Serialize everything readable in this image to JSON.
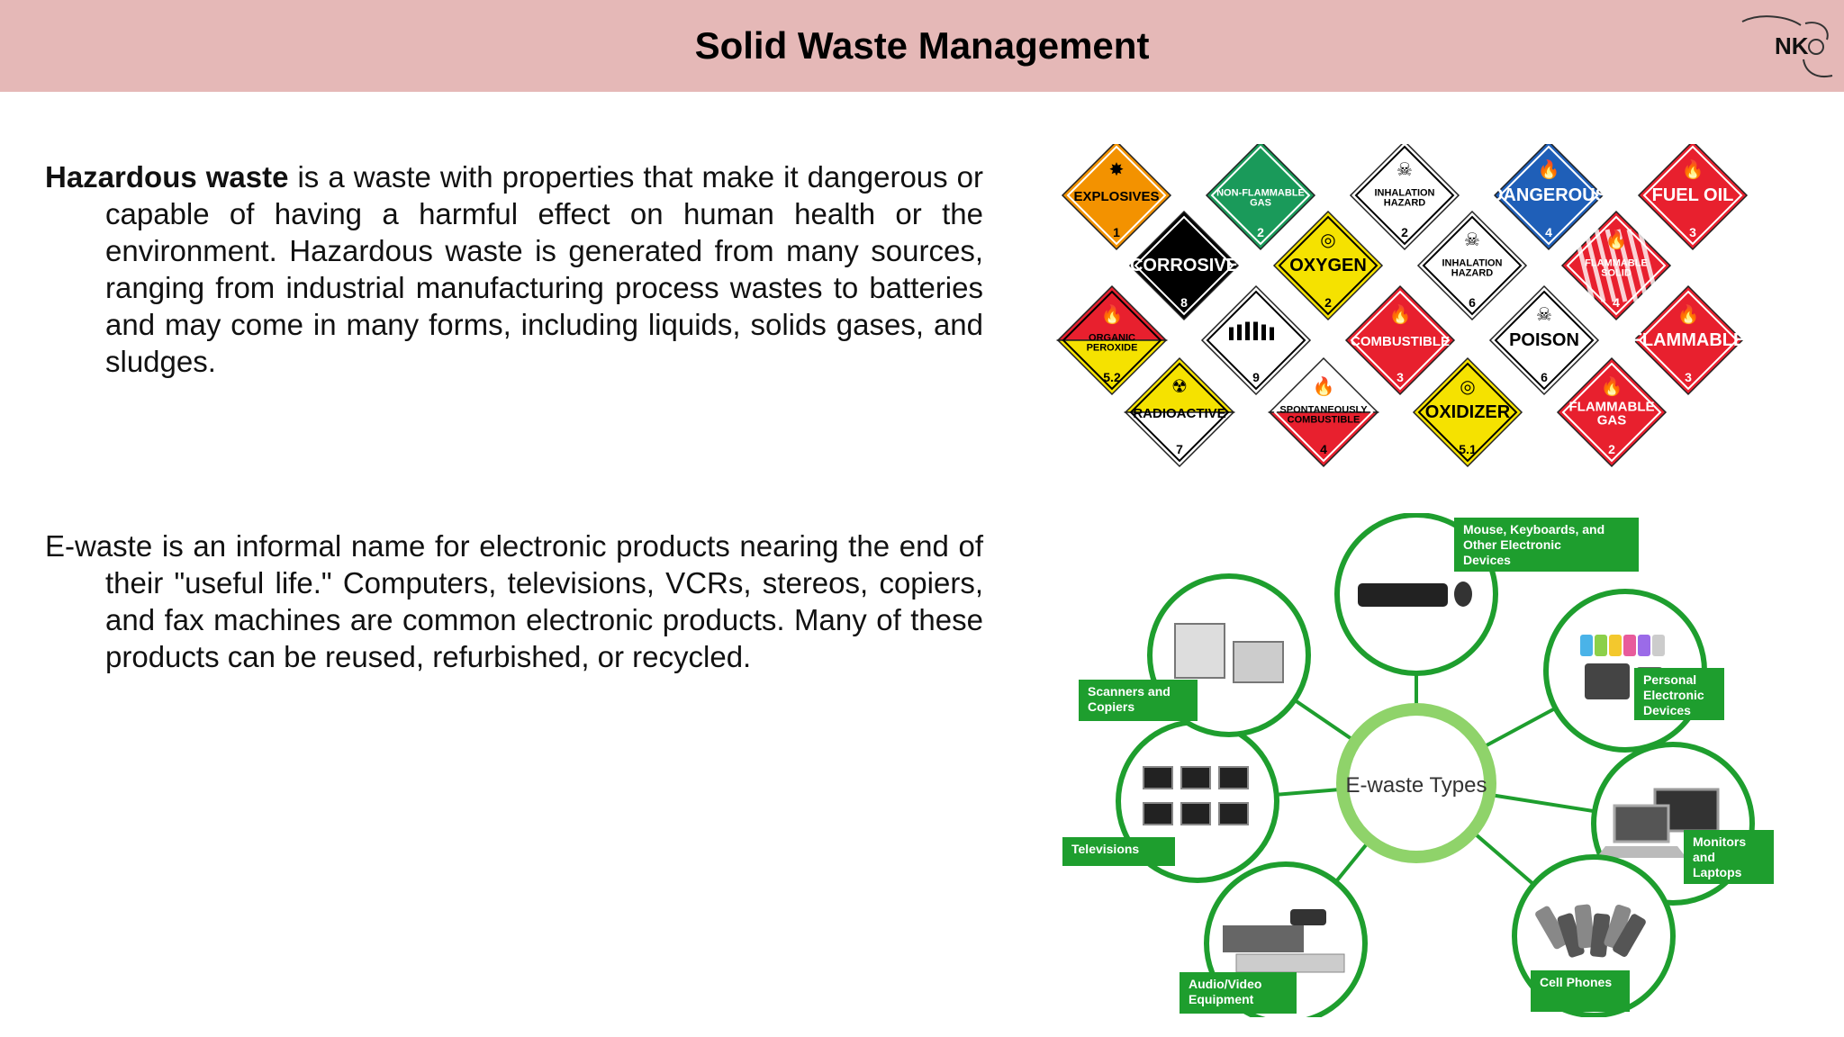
{
  "header": {
    "title": "Solid Waste Management",
    "logo_text": "NK",
    "background": "#e5b8b7"
  },
  "paragraphs": {
    "hazardous_term": "Hazardous waste",
    "hazardous_body": " is a waste with properties that make it dangerous or capable of having a harmful effect on human health or the environment. Hazardous waste is generated from many sources, ranging from industrial manufacturing process wastes to batteries and may come in many forms, including liquids, solids gases, and sludges.",
    "ewaste_body": "E-waste is an informal name for electronic products nearing the end of their \"useful life.\" Computers, televisions, VCRs, stereos, copiers, and fax machines are common electronic products. Many of these products can be reused, refurbished, or recycled."
  },
  "placards": [
    {
      "label": "EXPLOSIVES",
      "num": "1",
      "color": "#f39200",
      "text_color": "#000"
    },
    {
      "label": "NON-FLAMMABLE GAS",
      "num": "2",
      "color": "#1a9a5a",
      "text_color": "#fff"
    },
    {
      "label": "INHALATION HAZARD",
      "num": "2",
      "color": "#ffffff",
      "text_color": "#000"
    },
    {
      "label": "DANGEROUS",
      "num": "4",
      "color": "#1f5fb8",
      "text_color": "#fff"
    },
    {
      "label": "FUEL OIL",
      "num": "3",
      "color": "#e8202e",
      "text_color": "#fff"
    },
    {
      "label": "CORROSIVE",
      "num": "8",
      "color": "#000000",
      "text_color": "#fff"
    },
    {
      "label": "OXYGEN",
      "num": "2",
      "color": "#f5e200",
      "text_color": "#000"
    },
    {
      "label": "INHALATION HAZARD",
      "num": "6",
      "color": "#ffffff",
      "text_color": "#000"
    },
    {
      "label": "FLAMMABLE SOLID",
      "num": "4",
      "color": "#e8202e",
      "text_color": "#fff"
    },
    {
      "label": "ORGANIC PEROXIDE",
      "num": "5.2",
      "color": "#f5e200",
      "text_color": "#000"
    },
    {
      "label": "",
      "num": "9",
      "color": "#ffffff",
      "text_color": "#000"
    },
    {
      "label": "COMBUSTIBLE",
      "num": "3",
      "color": "#e8202e",
      "text_color": "#fff"
    },
    {
      "label": "POISON",
      "num": "6",
      "color": "#ffffff",
      "text_color": "#000"
    },
    {
      "label": "FLAMMABLE",
      "num": "3",
      "color": "#e8202e",
      "text_color": "#fff"
    },
    {
      "label": "RADIOACTIVE",
      "num": "7",
      "color": "#ffffff",
      "text_color": "#000"
    },
    {
      "label": "SPONTANEOUSLY COMBUSTIBLE",
      "num": "4",
      "color": "#e8202e",
      "text_color": "#000"
    },
    {
      "label": "OXIDIZER",
      "num": "5.1",
      "color": "#f5e200",
      "text_color": "#000"
    },
    {
      "label": "FLAMMABLE GAS",
      "num": "2",
      "color": "#e8202e",
      "text_color": "#fff"
    }
  ],
  "ewaste_diagram": {
    "center_label": "E-waste Types",
    "accent_color": "#1e9e2e",
    "nodes": [
      {
        "label": "Mouse, Keyboards, and Other Electronic Devices",
        "icon": "keyboard-icon"
      },
      {
        "label": "Personal Electronic Devices",
        "icon": "ipod-icon"
      },
      {
        "label": "Monitors and Laptops",
        "icon": "laptop-icon"
      },
      {
        "label": "Cell Phones",
        "icon": "cellphone-icon"
      },
      {
        "label": "Audio/Video Equipment",
        "icon": "av-equipment-icon"
      },
      {
        "label": "Televisions",
        "icon": "television-icon"
      },
      {
        "label": "Scanners and Copiers",
        "icon": "copier-icon"
      }
    ]
  }
}
